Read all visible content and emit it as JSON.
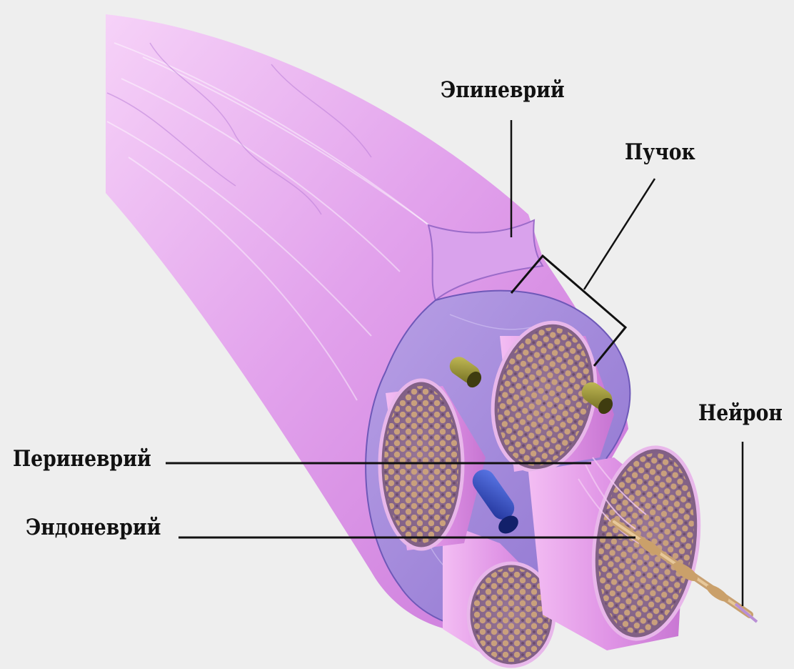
{
  "diagram": {
    "labels": {
      "epineurium": "Эпиневрий",
      "fascicle": "Пучок",
      "neuron": "Нейрон",
      "perineurium": "Периневрий",
      "endoneurium": "Эндоневрий"
    },
    "colors": {
      "background": "#eeeeee",
      "nerve_sheath": "#d78ce6",
      "nerve_sheath_light": "#f2c4f5",
      "epineurium_inner": "#a58ad9",
      "fascicle_body": "#e9a2ec",
      "fascicle_face": "#8f6c8c",
      "axon_dot": "#c79a7a",
      "vessel_olive": "#9e9a3a",
      "vessel_blue": "#3b55c8",
      "neuron": "#c8a070",
      "leader_line": "#111111"
    }
  }
}
